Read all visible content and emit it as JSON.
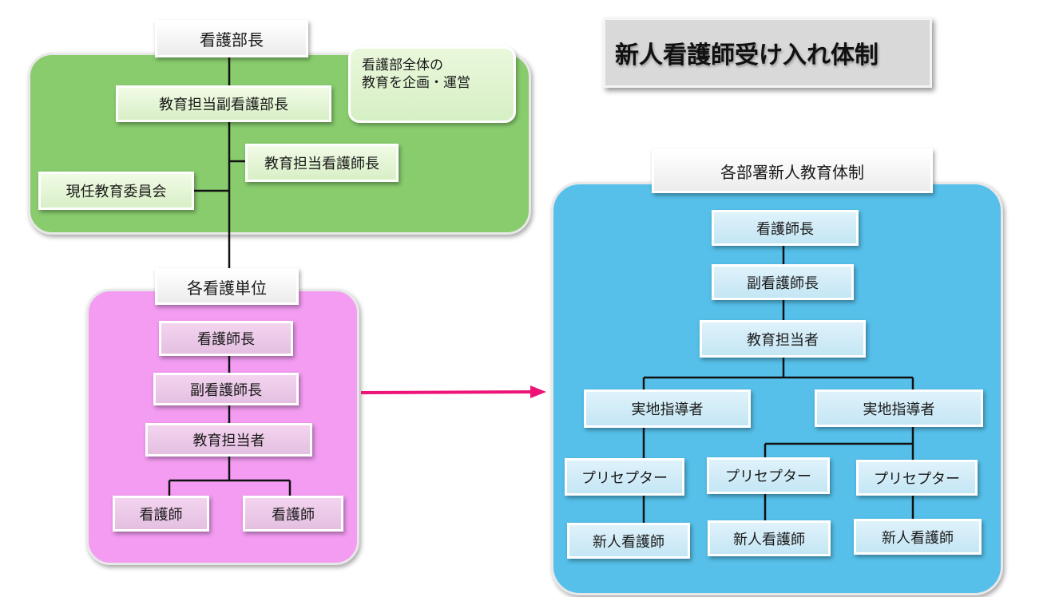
{
  "title": "新人看護師受け入れ体制",
  "department": {
    "head": "看護部長",
    "deputy": "教育担当副看護部長",
    "note_line1": "看護部全体の",
    "note_line2": "教育を企画・運営",
    "education_head_nurse": "教育担当看護師長",
    "committee": "現任教育委員会"
  },
  "unit": {
    "header": "各看護単位",
    "head_nurse": "看護師長",
    "deputy_head_nurse": "副看護師長",
    "education_staff": "教育担当者",
    "nurse_1": "看護師",
    "nurse_2": "看護師"
  },
  "dept_system": {
    "header": "各部署新人教育体制",
    "head_nurse": "看護師長",
    "deputy_head_nurse": "副看護師長",
    "education_staff": "教育担当者",
    "instructors": [
      "実地指導者",
      "実地指導者"
    ],
    "preceptors": [
      "プリセプター",
      "プリセプター",
      "プリセプター"
    ],
    "new_nurses": [
      "新人看護師",
      "新人看護師",
      "新人看護師"
    ]
  },
  "colors": {
    "department_panel": "#88cc6d",
    "unit_panel": "#f39cf2",
    "dept_system_panel": "#56c0ea",
    "arrow": "#ee1477"
  }
}
